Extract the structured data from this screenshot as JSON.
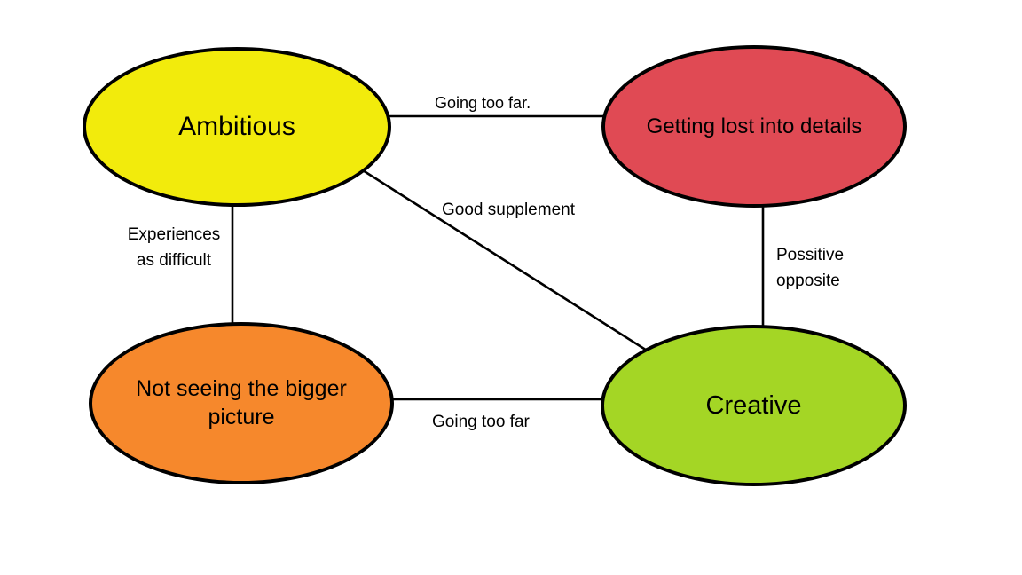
{
  "diagram": {
    "background_color": "#ffffff",
    "outline_color": "#000000",
    "line_color": "#000000",
    "nodes": [
      {
        "id": "ambitious",
        "label": "Ambitious",
        "color": "#f2eb0c"
      },
      {
        "id": "getting-lost-into-details",
        "label": "Getting lost into details",
        "color": "#e04a54"
      },
      {
        "id": "not-seeing-the-bigger-picture",
        "label": "Not seeing the bigger picture",
        "color": "#f6882c"
      },
      {
        "id": "creative",
        "label": "Creative",
        "color": "#a4d625"
      }
    ],
    "edges": [
      {
        "from": "ambitious",
        "to": "getting-lost-into-details",
        "label": "Going too far."
      },
      {
        "from": "ambitious",
        "to": "not-seeing-the-bigger-picture",
        "label": "Experiences\nas difficult"
      },
      {
        "from": "ambitious",
        "to": "creative",
        "label": "Good supplement"
      },
      {
        "from": "getting-lost-into-details",
        "to": "creative",
        "label": "Possitive\nopposite"
      },
      {
        "from": "not-seeing-the-bigger-picture",
        "to": "creative",
        "label": "Going too far"
      }
    ]
  }
}
